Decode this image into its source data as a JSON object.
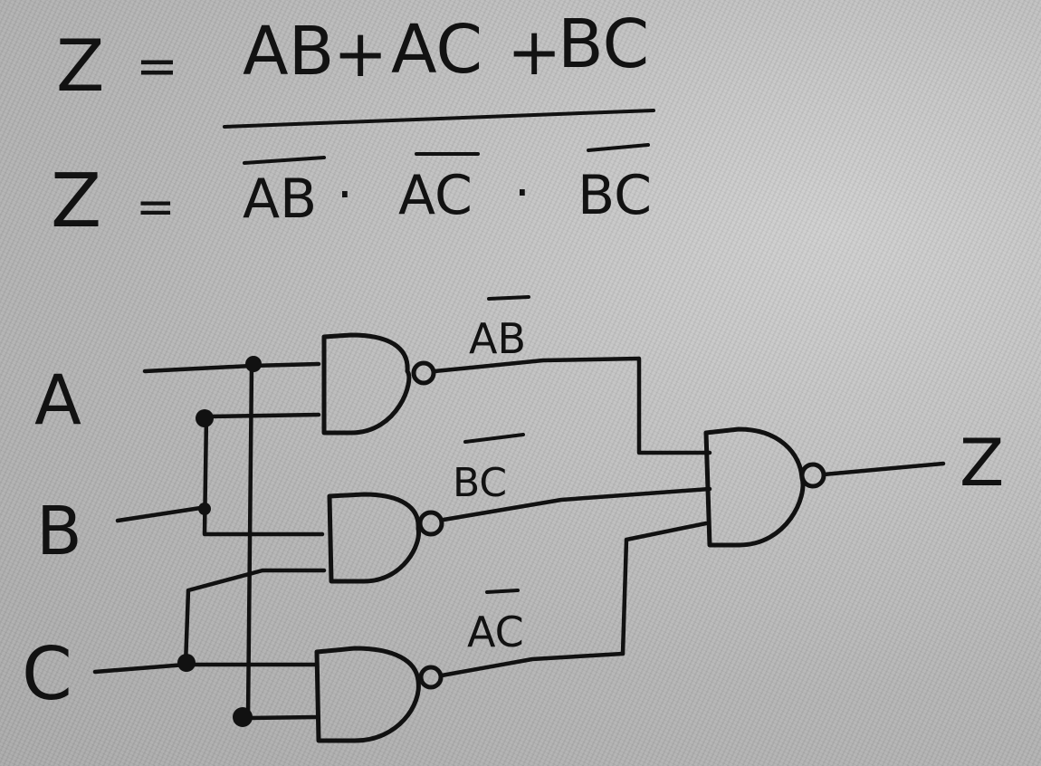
{
  "equations": {
    "eq1": {
      "lhs": "Z",
      "equals": "=",
      "terms": [
        "AB",
        "+",
        "AC",
        "+",
        "BC"
      ]
    },
    "eq2": {
      "lhs": "Z",
      "equals": "=",
      "terms": [
        "AB",
        "·",
        "AC",
        "·",
        "BC"
      ]
    }
  },
  "inputs": {
    "a": "A",
    "b": "B",
    "c": "C"
  },
  "gate_outputs": {
    "ab": "AB",
    "bc": "BC",
    "ac": "AC"
  },
  "output": {
    "z": "Z"
  },
  "colors": {
    "ink": "#111111",
    "paper": "#bdbdbd"
  }
}
